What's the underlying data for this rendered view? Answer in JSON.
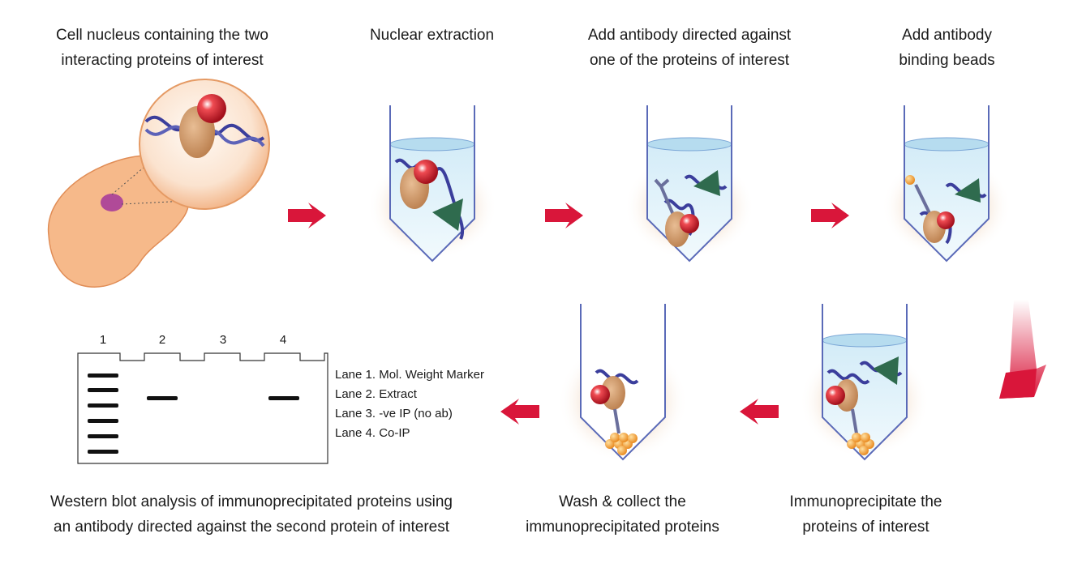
{
  "steps": {
    "s1": {
      "line1": "Cell nucleus containing the two",
      "line2": "interacting proteins of interest"
    },
    "s2": {
      "line1": "Nuclear extraction"
    },
    "s3": {
      "line1": "Add antibody directed against",
      "line2": "one of the proteins of interest"
    },
    "s4": {
      "line1": "Add antibody",
      "line2": "binding beads"
    },
    "s5": {
      "line1": "Immunoprecipitate the",
      "line2": "proteins of interest"
    },
    "s6": {
      "line1": "Wash & collect the",
      "line2": "immunoprecipitated proteins"
    },
    "s7": {
      "line1": "Western blot analysis of immunoprecipitated proteins using",
      "line2": "an antibody directed against the second protein of interest"
    }
  },
  "gel": {
    "lane_numbers": [
      "1",
      "2",
      "3",
      "4"
    ],
    "legend": [
      "Lane 1.  Mol. Weight Marker",
      "Lane 2. Extract",
      "Lane 3. -ve IP (no ab)",
      "Lane 4. Co-IP"
    ]
  },
  "colors": {
    "arrow": "#d9163a",
    "dna": "#3b3e9c",
    "protein_red": "#d81f2a",
    "protein_tan": "#c98f5f",
    "protein_green": "#2f6b4e",
    "cell": "#f6b98a",
    "nucleus": "#b04a98",
    "bead": "#f39a1e",
    "tube_outline": "#5a6ab8",
    "liquid": "#dff1fb"
  }
}
